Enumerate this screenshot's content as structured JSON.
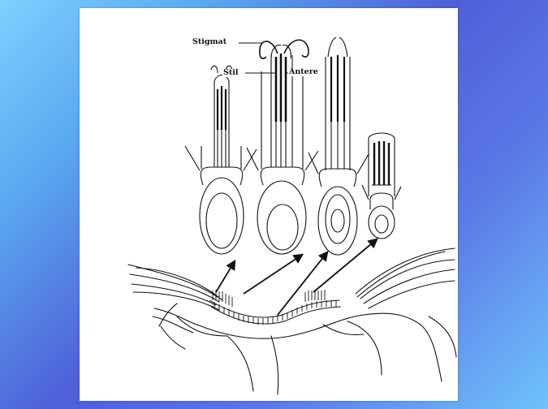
{
  "diagram": {
    "labels": {
      "stigmat": "Stigmat",
      "stil": "Stil",
      "antere": "Antere"
    }
  },
  "colors": {
    "background_light": "#7fd0ff",
    "background_dark": "#4f5fd8",
    "panel": "#ffffff",
    "ink": "#111111"
  }
}
